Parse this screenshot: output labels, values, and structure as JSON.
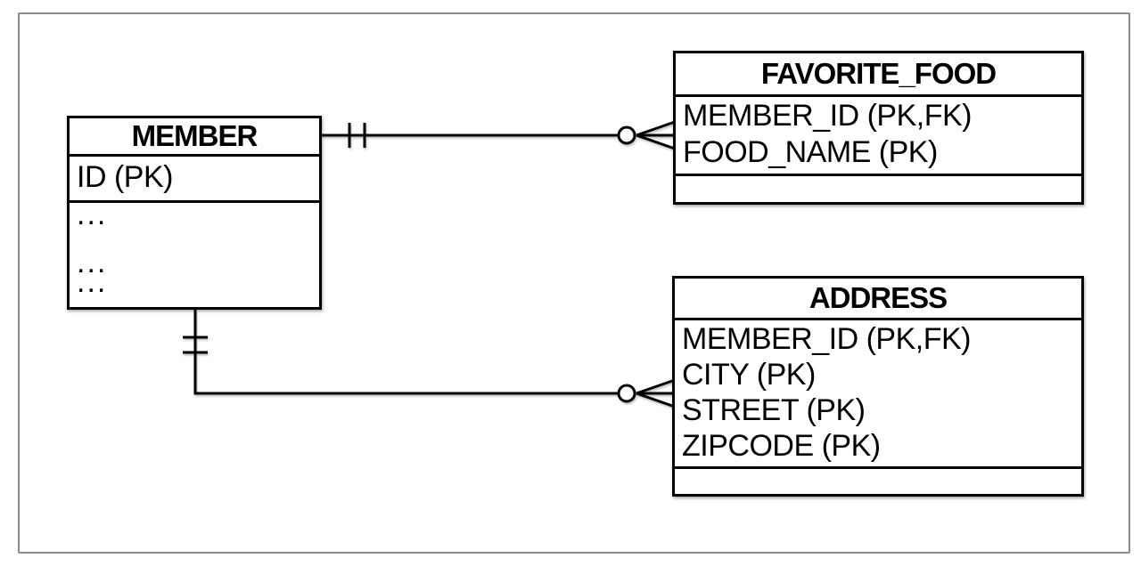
{
  "entities": {
    "member": {
      "title": "MEMBER",
      "attributes": [
        "ID (PK)"
      ],
      "placeholder_rows": [
        "...",
        "...",
        "..."
      ]
    },
    "favorite_food": {
      "title": "FAVORITE_FOOD",
      "attributes": [
        "MEMBER_ID (PK,FK)",
        "FOOD_NAME (PK)"
      ]
    },
    "address": {
      "title": "ADDRESS",
      "attributes": [
        "MEMBER_ID (PK,FK)",
        "CITY (PK)",
        "STREET (PK)",
        "ZIPCODE (PK)"
      ]
    }
  },
  "relationships": [
    {
      "from": "MEMBER",
      "to": "FAVORITE_FOOD",
      "from_cardinality": "one and only one",
      "to_cardinality": "zero or many"
    },
    {
      "from": "MEMBER",
      "to": "ADDRESS",
      "from_cardinality": "one and only one",
      "to_cardinality": "zero or many"
    }
  ],
  "colors": {
    "line": "#000000",
    "entity_border": "#000000",
    "entity_background": "#ffffff",
    "frame_border": "#8c8c8c",
    "background": "#ffffff"
  }
}
